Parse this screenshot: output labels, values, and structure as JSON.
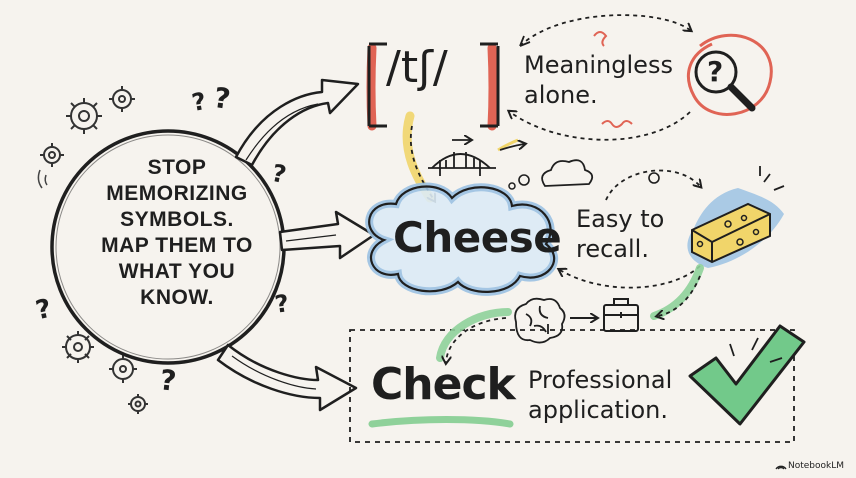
{
  "central_message": "STOP\nMEMORIZING\nSYMBOLS.\nMAP THEM TO\nWHAT YOU\nKNOW.",
  "symbol": "/tʃ/",
  "symbol_note": "Meaningless\nalone.",
  "cheese_word": "Cheese",
  "cheese_note": "Easy to\nrecall.",
  "check_word": "Check",
  "check_note": "Professional\napplication.",
  "question_mark": "?",
  "brand": "NotebookLM",
  "colors": {
    "red": "#e06455",
    "yellow": "#f1d56a",
    "blue": "#9cc2e3",
    "green": "#8fd19a",
    "check_green": "#72c98a",
    "ink": "#1f1f1f"
  },
  "icons": [
    "gear-icon",
    "question-icon",
    "magnifier-icon",
    "bridge-icon",
    "cloud-icon",
    "cheese-icon",
    "brain-icon",
    "briefcase-icon",
    "checkmark-icon"
  ]
}
